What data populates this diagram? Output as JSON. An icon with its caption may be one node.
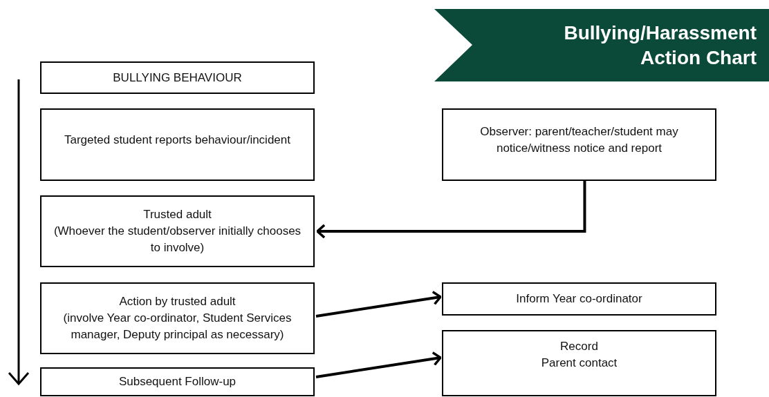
{
  "diagram": {
    "title": "Bullying/Harassment Action Chart",
    "nodes": [
      {
        "text": [
          "BULLYING BEHAVIOUR"
        ]
      },
      {
        "text": [
          "Targeted student reports behaviour/incident"
        ]
      },
      {
        "text": [
          "Observer: parent/teacher/student may notice/witness notice and report"
        ]
      },
      {
        "text": [
          "Trusted adult",
          "(Whoever the student/observer initially chooses to involve)"
        ]
      },
      {
        "text": [
          "Action by trusted adult",
          "(involve Year co-ordinator, Student Services manager, Deputy principal as necessary)"
        ]
      },
      {
        "text": [
          "Inform Year co-ordinator"
        ]
      },
      {
        "text": [
          "Record",
          "Parent contact"
        ]
      },
      {
        "text": [
          "Subsequent Follow-up"
        ]
      }
    ],
    "edges": [
      {
        "from": 2,
        "to": 3,
        "arrow": "to"
      },
      {
        "from": 4,
        "to": 5,
        "arrow": "to"
      },
      {
        "from": 7,
        "to": 6,
        "arrow": "to"
      }
    ]
  }
}
